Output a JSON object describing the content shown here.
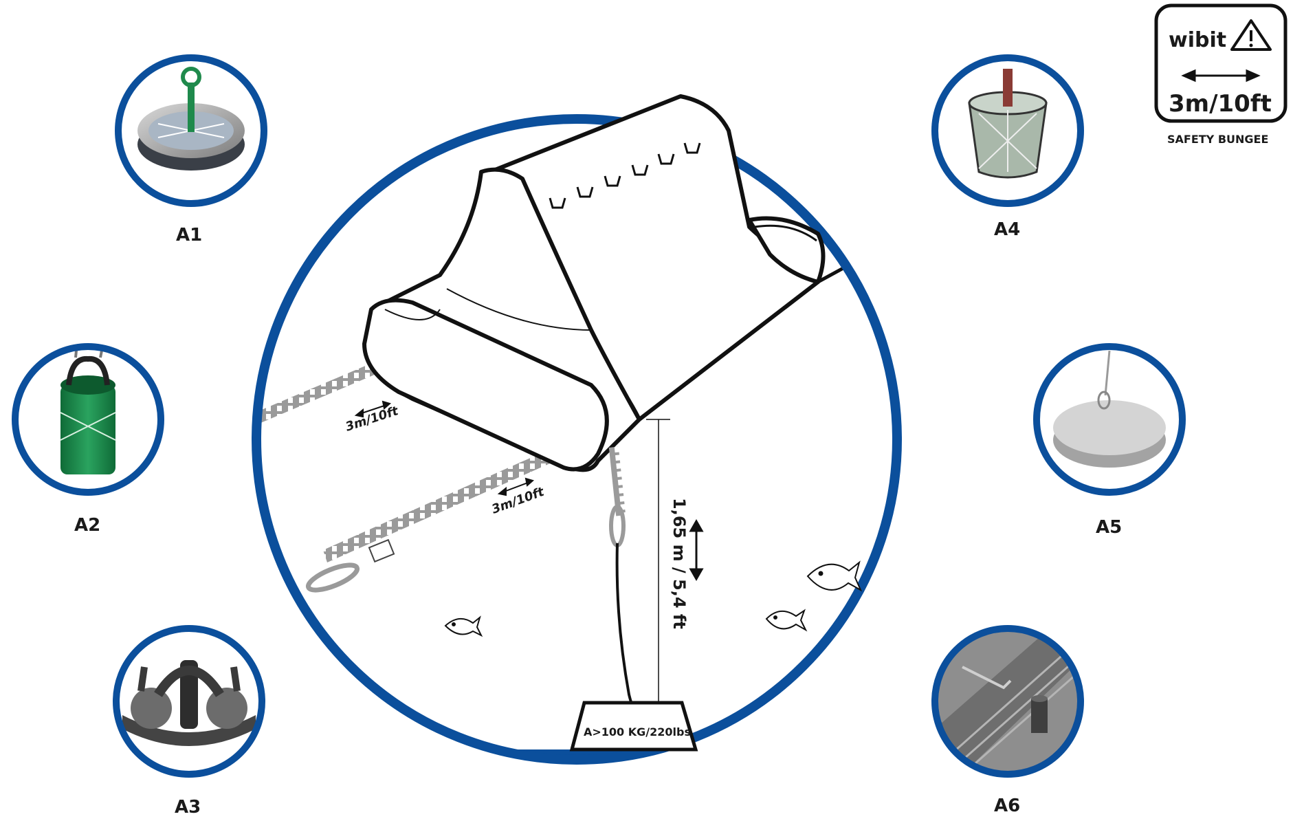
{
  "colors": {
    "brand_blue": "#0b4f9c",
    "line": "#111111",
    "rope_grey": "#9a9a9a",
    "anchor_green": "#1f8a4c"
  },
  "anchors": [
    {
      "id": "A1",
      "label": "A1",
      "icon": "screw-anchor-icon"
    },
    {
      "id": "A2",
      "label": "A2",
      "icon": "sandbag-anchor-icon"
    },
    {
      "id": "A3",
      "label": "A3",
      "icon": "mushroom-anchor-icon"
    },
    {
      "id": "A4",
      "label": "A4",
      "icon": "bucket-anchor-icon"
    },
    {
      "id": "A5",
      "label": "A5",
      "icon": "disc-anchor-icon"
    },
    {
      "id": "A6",
      "label": "A6",
      "icon": "pier-hook-anchor-icon"
    }
  ],
  "badge": {
    "brand": "wibit",
    "length": "3m/10ft",
    "caption": "SAFETY BUNGEE"
  },
  "diagram": {
    "rope_label_1": "3m/10ft",
    "rope_label_2": "3m/10ft",
    "depth_label": "1,65 m / 5,4 ft",
    "weight_label": "A>100 KG/220lbs"
  }
}
